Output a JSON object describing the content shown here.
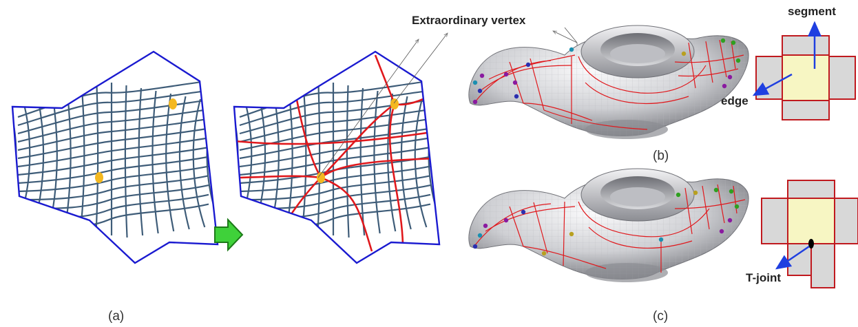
{
  "labels": {
    "extraordinary_vertex": "Extraordinary vertex",
    "segment": "segment",
    "edge": "edge",
    "t_joint": "T-joint",
    "caption_a": "(a)",
    "caption_b": "(b)",
    "caption_c": "(c)"
  },
  "colors": {
    "boundary": "#1a1ad0",
    "grid": "#3e5c78",
    "segment_line": "#e0181c",
    "singular_point": "#f4b820",
    "arrow_fill": "#3fd13a",
    "arrow_stroke": "#1c7a18",
    "annotation_arrow": "#1f3fe0",
    "quad_fill": "#d8d8d8",
    "center_fill": "#f7f6c3",
    "quad_stroke": "#c0191e",
    "model_light": "#f1f1f3",
    "model_dark": "#7a7a80"
  },
  "icons": {
    "transition_arrow": "right-arrow-icon"
  }
}
